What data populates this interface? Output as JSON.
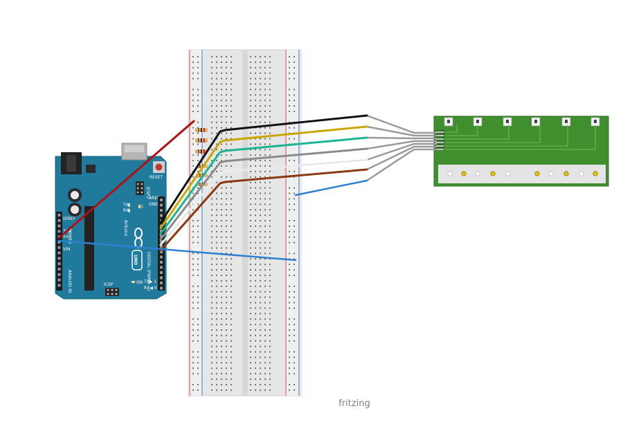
{
  "watermark": "fritzing",
  "arduino": {
    "model_label": "UNO",
    "brand_label": "Arduino",
    "label_digital": "DIGITAL (PWM= ~)",
    "label_analog": "ANALOG IN",
    "label_power": "POWER",
    "label_icsp": "ICSP",
    "label_icsp2": "ICSP2",
    "label_aref": "AREF",
    "label_gnd": "GND",
    "label_tx": "TX",
    "label_rx": "RX",
    "label_l": "L",
    "label_on": "ON",
    "label_reset": "RESET",
    "label_ioref": "IOREF",
    "label_5v": "5V",
    "label_3v3": "3V3",
    "label_vin": "VIN",
    "label_txd": "TX▶ 1",
    "label_rxd": "RX◀ 0"
  },
  "colors": {
    "arduino_board": "#1f7a9c",
    "breadboard": "#e8e8e8",
    "breadboard_rail_red": "#d9534f",
    "breadboard_rail_blue": "#3b6fd6",
    "sensor_board": "#3f8f2f",
    "sensor_strip": "#e4e4e4",
    "wire_red": "#b01010",
    "wire_black": "#111111",
    "wire_yellow": "#c8a800",
    "wire_teal": "#1bb596",
    "wire_gray": "#8a8a8a",
    "wire_white": "#f2f2f2",
    "wire_brown": "#8b3a10",
    "wire_blue": "#2f7fd1"
  },
  "wires": [
    {
      "name": "red-power-wire",
      "color": "wire_red"
    },
    {
      "name": "black-signal-wire",
      "color": "wire_black"
    },
    {
      "name": "yellow-signal-wire",
      "color": "wire_yellow"
    },
    {
      "name": "teal-signal-wire",
      "color": "wire_teal"
    },
    {
      "name": "gray-signal-wire",
      "color": "wire_gray"
    },
    {
      "name": "white-signal-wire",
      "color": "wire_white"
    },
    {
      "name": "brown-signal-wire",
      "color": "wire_brown"
    },
    {
      "name": "blue-ground-wire",
      "color": "wire_blue"
    }
  ]
}
